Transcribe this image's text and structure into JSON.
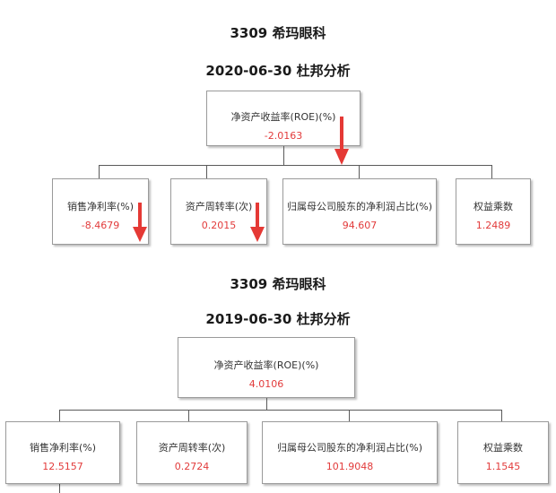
{
  "sections": [
    {
      "company": "3309 希玛眼科",
      "period": "2020-06-30 杜邦分析",
      "root": {
        "label": "净资产收益率(ROE)(%)",
        "value": "-2.0163",
        "trend": "down"
      },
      "children": [
        {
          "label": "销售净利率(%)",
          "value": "-8.4679",
          "trend": "down"
        },
        {
          "label": "资产周转率(次)",
          "value": "0.2015",
          "trend": "down"
        },
        {
          "label": "归属母公司股东的净利润占比(%)",
          "value": "94.607",
          "trend": ""
        },
        {
          "label": "权益乘数",
          "value": "1.2489",
          "trend": ""
        }
      ]
    },
    {
      "company": "3309 希玛眼科",
      "period": "2019-06-30 杜邦分析",
      "root": {
        "label": "净资产收益率(ROE)(%)",
        "value": "4.0106",
        "trend": ""
      },
      "children": [
        {
          "label": "销售净利率(%)",
          "value": "12.5157",
          "trend": ""
        },
        {
          "label": "资产周转率(次)",
          "value": "0.2724",
          "trend": ""
        },
        {
          "label": "归属母公司股东的净利润占比(%)",
          "value": "101.9048",
          "trend": ""
        },
        {
          "label": "权益乘数",
          "value": "1.1545",
          "trend": ""
        }
      ]
    }
  ],
  "colors": {
    "value": "#e23b3b",
    "arrow": "#e53935",
    "border": "#9a9a9a"
  }
}
